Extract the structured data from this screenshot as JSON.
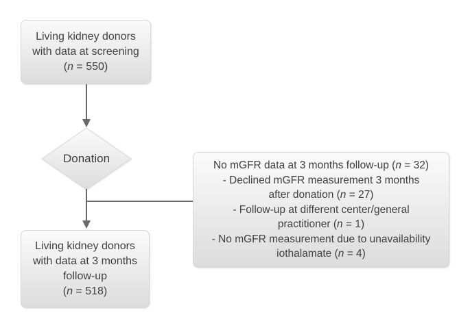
{
  "colors": {
    "canvas_bg": "#ffffff",
    "node_fill_top": "#fbfbfb",
    "node_fill_bottom": "#dcdcdc",
    "node_border": "#d6d6d6",
    "connector": "#696969",
    "text": "#3f3f3f"
  },
  "nodes": {
    "screening": {
      "lines": [
        [
          {
            "t": "Living kidney donors"
          }
        ],
        [
          {
            "t": "with data at screening"
          }
        ],
        [
          {
            "t": "("
          },
          {
            "t": "n",
            "i": 1
          },
          {
            "t": " = 550)"
          }
        ]
      ]
    },
    "donation": {
      "label": "Donation"
    },
    "followup": {
      "lines": [
        [
          {
            "t": "Living kidney donors"
          }
        ],
        [
          {
            "t": "with data at 3 months"
          }
        ],
        [
          {
            "t": "follow-up"
          }
        ],
        [
          {
            "t": "("
          },
          {
            "t": "n",
            "i": 1
          },
          {
            "t": " = 518)"
          }
        ]
      ]
    },
    "exclusion": {
      "lines": [
        [
          {
            "t": "No mGFR data at 3 months follow-up ("
          },
          {
            "t": "n",
            "i": 1
          },
          {
            "t": " = 32)"
          }
        ],
        [
          {
            "t": "- Declined mGFR measurement 3 months"
          }
        ],
        [
          {
            "t": "after donation ("
          },
          {
            "t": "n",
            "i": 1
          },
          {
            "t": " = 27)"
          }
        ],
        [
          {
            "t": "- Follow-up at different center/general"
          }
        ],
        [
          {
            "t": "practitioner ("
          },
          {
            "t": "n",
            "i": 1
          },
          {
            "t": " = 1)"
          }
        ],
        [
          {
            "t": "- No mGFR measurement due to unavailability"
          }
        ],
        [
          {
            "t": "iothalamate ("
          },
          {
            "t": "n",
            "i": 1
          },
          {
            "t": " = 4)"
          }
        ]
      ]
    }
  }
}
